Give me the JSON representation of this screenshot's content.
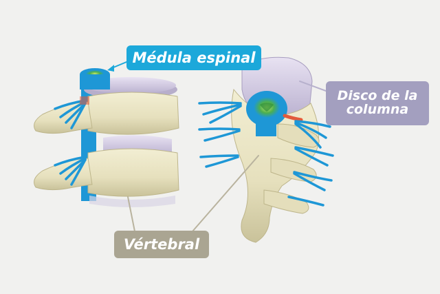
{
  "labels": {
    "spinal_cord": {
      "text": "Médula espinal",
      "color": "#1ca8da"
    },
    "disc": {
      "line1": "Disco de la",
      "line2": "columna",
      "color": "#a39fbf"
    },
    "vertebra": {
      "text": "Vértebral",
      "color": "#aaa592"
    }
  },
  "colors": {
    "background": "#f1f1ef",
    "bone": "#e9e4c4",
    "bone_shade": "#c6bf96",
    "disc": "#d9d2e6",
    "disc_shade": "#b7aecb",
    "nerve": "#1e97d6",
    "nerve_dark": "#0d6ea8",
    "cord_core": "#4caf50",
    "leader": "#b9b39e"
  }
}
